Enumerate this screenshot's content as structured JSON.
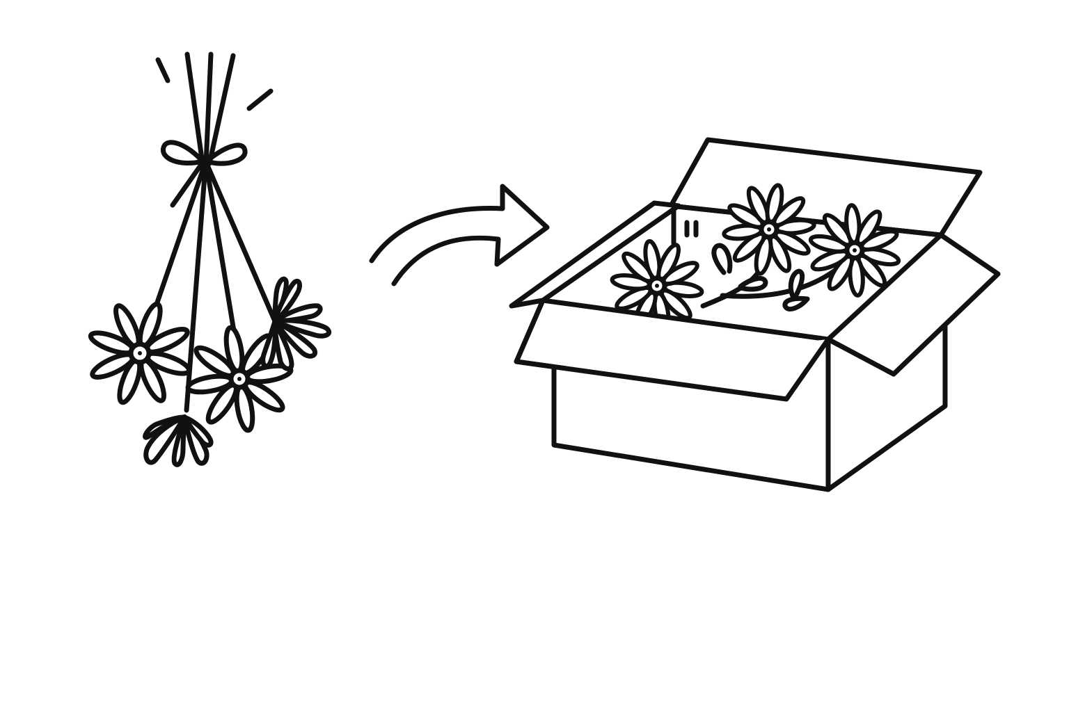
{
  "illustration": {
    "style": "black-and-white line art",
    "colors": {
      "ink": "#111111",
      "paper": "#ffffff"
    },
    "hanging_bouquet": {
      "icon": "hanging-dried-flowers",
      "flower_count": 5,
      "tie": "bow"
    },
    "arrow": {
      "icon": "curved-arrow-right"
    },
    "storage_box": {
      "icon": "open-cardboard-box",
      "flower_count": 3
    }
  }
}
